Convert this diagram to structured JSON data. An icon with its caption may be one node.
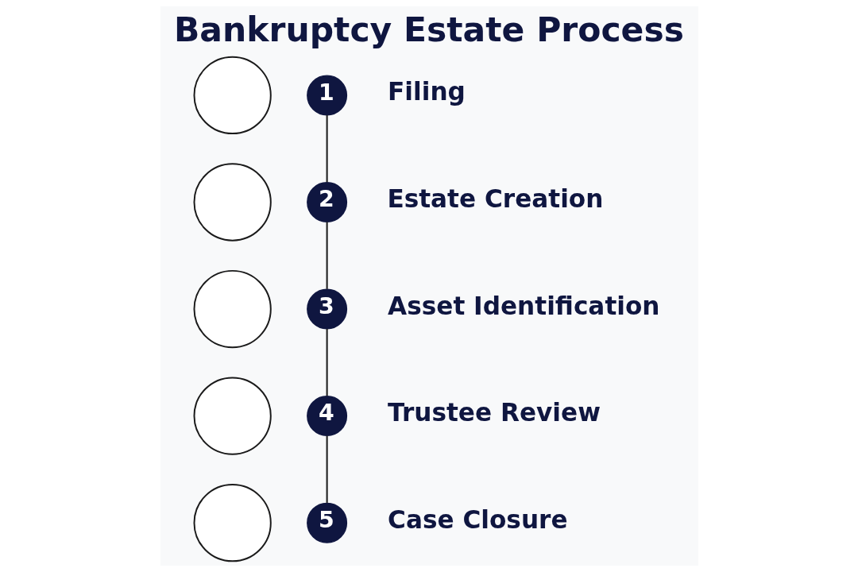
{
  "diagram": {
    "title": "Bankruptcy Estate Process",
    "nodes": [
      {
        "text": [],
        "shape": "circle"
      },
      {
        "text": [
          "1"
        ],
        "beside": [
          "Filing"
        ]
      },
      {
        "text": [],
        "shape": "circle"
      },
      {
        "text": [
          "2"
        ],
        "beside": [
          "Estate Creation"
        ]
      },
      {
        "text": [],
        "shape": "circle"
      },
      {
        "text": [
          "3"
        ],
        "beside": [
          "Asset Identification"
        ]
      },
      {
        "text": [],
        "shape": "circle"
      },
      {
        "text": [
          "4"
        ],
        "beside": [
          "Trustee Review"
        ]
      },
      {
        "text": [],
        "shape": "circle"
      },
      {
        "text": [
          "5"
        ],
        "beside": [
          "Case Closure"
        ]
      }
    ],
    "edges": [
      {
        "from": 1,
        "to": 3,
        "arrow": "none"
      },
      {
        "from": 3,
        "to": 5,
        "arrow": "none"
      },
      {
        "from": 5,
        "to": 7,
        "arrow": "none"
      },
      {
        "from": 7,
        "to": 9,
        "arrow": "none"
      }
    ]
  }
}
